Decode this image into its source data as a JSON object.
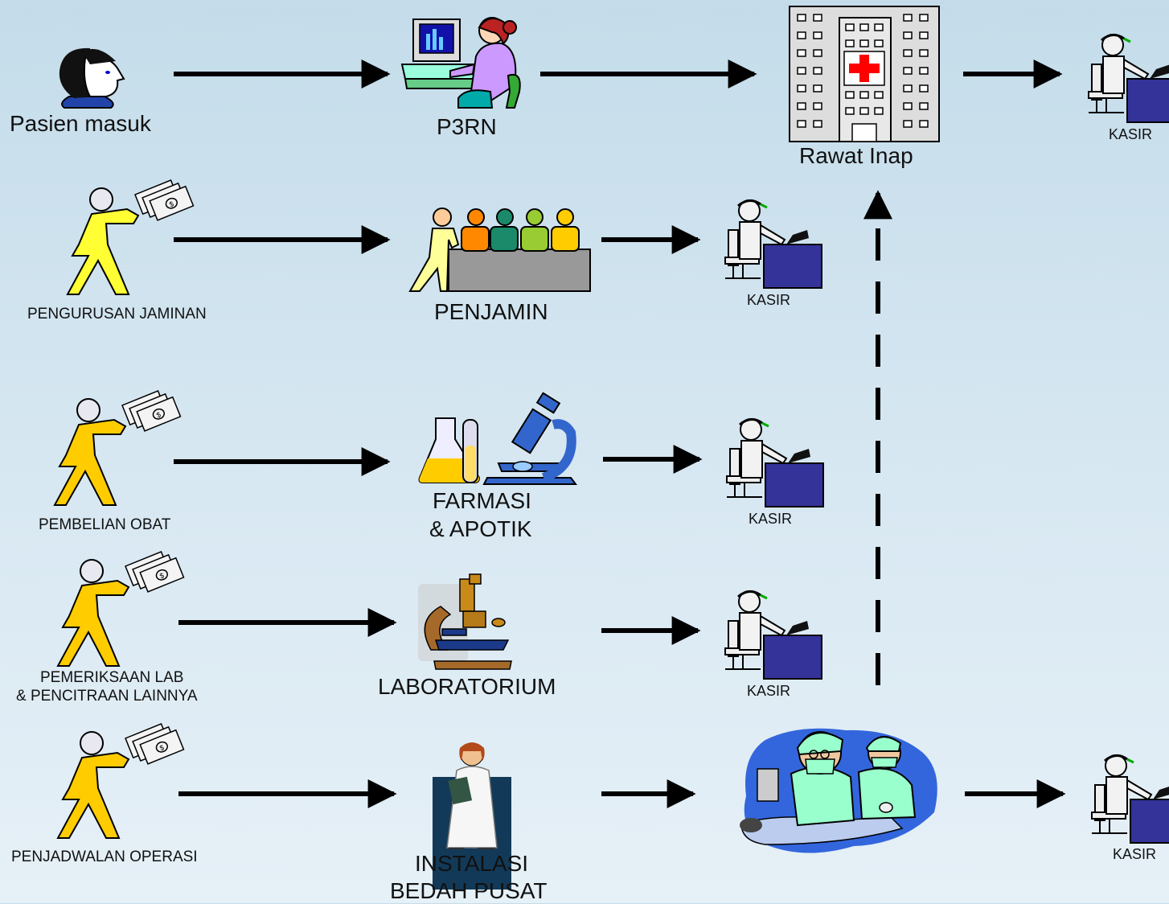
{
  "flow": {
    "pasien_masuk": "Pasien masuk",
    "p3rn": "P3RN",
    "rawat_inap": "Rawat Inap",
    "kasir_top": "KASIR",
    "pengurusan_jaminan": "PENGURUSAN JAMINAN",
    "penjamin": "PENJAMIN",
    "kasir_penjamin": "KASIR",
    "pembelian_obat": "PEMBELIAN OBAT",
    "farmasi_line1": "FARMASI",
    "farmasi_line2": "& APOTIK",
    "kasir_farmasi": "KASIR",
    "lab_line1": "PEMERIKSAAN LAB",
    "lab_line2": "& PENCITRAAN LAINNYA",
    "laboratorium": "LABORATORIUM",
    "kasir_lab": "KASIR",
    "penjadwalan_operasi": "PENJADWALAN  OPERASI",
    "ibs_line1": "INSTALASI",
    "ibs_line2": "BEDAH PUSAT",
    "kasir_bottom": "KASIR"
  },
  "colors": {
    "arrow": "#000000",
    "walker_light": "#ffff33",
    "walker_gold": "#ffcc00",
    "desk_blue": "#333399",
    "cross_red": "#ff0000",
    "scrubs": "#99ffcc"
  },
  "icons": [
    "person-head-icon",
    "computer-operator-icon",
    "hospital-building-icon",
    "cashier-icon",
    "walking-payer-icon",
    "guarantor-group-icon",
    "pharmacy-flask-microscope-icon",
    "lab-microscope-icon",
    "doctor-icon",
    "surgery-team-icon"
  ]
}
